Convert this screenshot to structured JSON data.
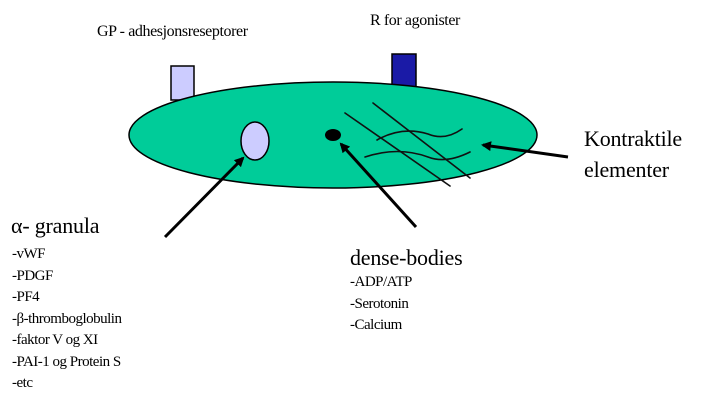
{
  "labels": {
    "gp_receptors": "GP - adhesjonsreseptorer",
    "r_agonists": "R for agonister",
    "contractile_line1": "Kontraktile",
    "contractile_line2": "elementer",
    "alpha_granula": "α- granula",
    "dense_bodies": "dense-bodies"
  },
  "alpha_granula_items": [
    "-vWF",
    "-PDGF",
    "-PF4",
    "-β-thromboglobulin",
    "-faktor V og XI",
    "-PAI-1 og Protein S",
    "-etc"
  ],
  "dense_bodies_items": [
    "-ADP/ATP",
    "-Serotonin",
    "-Calcium"
  ],
  "colors": {
    "platelet_fill": "#00cc99",
    "gp_receptor_fill": "#ccccff",
    "agonist_receptor_fill": "#1a1aa6",
    "alpha_granule_fill": "#ccccff",
    "dense_body_fill": "#000000",
    "outline": "#000000"
  }
}
